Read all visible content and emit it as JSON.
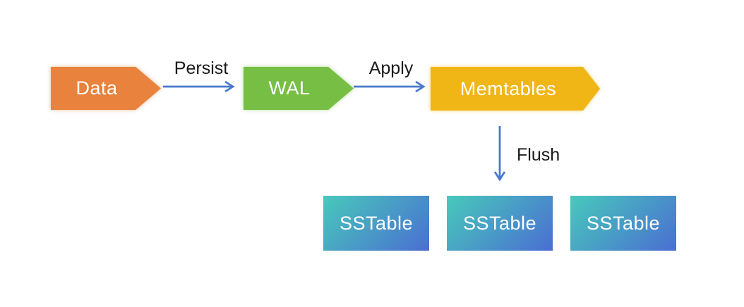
{
  "diagram": {
    "type": "flow-diagram",
    "background_color": "#ffffff",
    "arrow_color": "#4A79CE",
    "edge_label_color": "#1a1a1a",
    "nodes": [
      {
        "id": "data",
        "label": "Data",
        "shape": "chevron-right",
        "fill": "#E8823C",
        "text_color": "#ffffff"
      },
      {
        "id": "wal",
        "label": "WAL",
        "shape": "chevron-right",
        "fill": "#77BE44",
        "text_color": "#ffffff"
      },
      {
        "id": "memtables",
        "label": "Memtables",
        "shape": "chevron-right",
        "fill": "#F0B616",
        "text_color": "#ffffff"
      },
      {
        "id": "sstable-1",
        "label": "SSTable",
        "shape": "rect",
        "fill_gradient_start": "#48C9BB",
        "fill_gradient_end": "#4A6ED2",
        "text_color": "#ffffff"
      },
      {
        "id": "sstable-2",
        "label": "SSTable",
        "shape": "rect",
        "fill_gradient_start": "#48C9BB",
        "fill_gradient_end": "#4A6ED2",
        "text_color": "#ffffff"
      },
      {
        "id": "sstable-3",
        "label": "SSTable",
        "shape": "rect",
        "fill_gradient_start": "#48C9BB",
        "fill_gradient_end": "#4A6ED2",
        "text_color": "#ffffff"
      }
    ],
    "edges": [
      {
        "id": "persist",
        "label": "Persist",
        "from": "data",
        "to": "wal",
        "direction": "right"
      },
      {
        "id": "apply",
        "label": "Apply",
        "from": "wal",
        "to": "memtables",
        "direction": "right"
      },
      {
        "id": "flush",
        "label": "Flush",
        "from": "memtables",
        "to": "sstable-2",
        "direction": "down"
      }
    ]
  }
}
